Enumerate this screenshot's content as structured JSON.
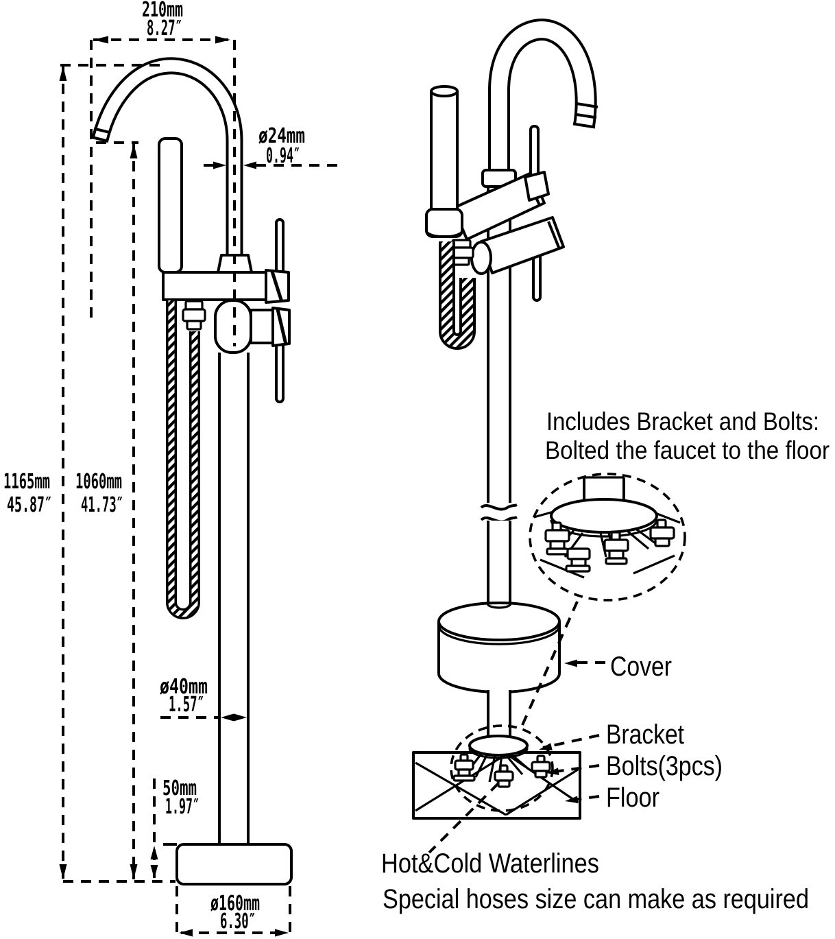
{
  "title": "Freestanding bathtub faucet installation dimension diagram",
  "colors": {
    "line": "#000000",
    "background": "#ffffff"
  },
  "left_view": {
    "dims": {
      "spout_reach_mm": "210mm",
      "spout_reach_in": "8.27″",
      "spout_dia_mm": "ø24mm",
      "spout_dia_in": "0.94″",
      "total_height_mm": "1165mm",
      "total_height_in": "45.87″",
      "spout_height_mm": "1060mm",
      "spout_height_in": "41.73″",
      "column_dia_mm": "ø40mm",
      "column_dia_in": "1.57″",
      "base_height_mm": "50mm",
      "base_height_in": "1.97″",
      "base_dia_mm": "ø160mm",
      "base_dia_in": "6.30″"
    }
  },
  "right_view": {
    "note_line1": "Includes Bracket and Bolts:",
    "note_line2": "Bolted the faucet to the floor",
    "labels": {
      "cover": "Cover",
      "bracket": "Bracket",
      "bolts": "Bolts(3pcs)",
      "floor": "Floor"
    },
    "footnote_line1": "Hot&Cold Waterlines",
    "footnote_line2": "Special hoses size can make as required"
  }
}
